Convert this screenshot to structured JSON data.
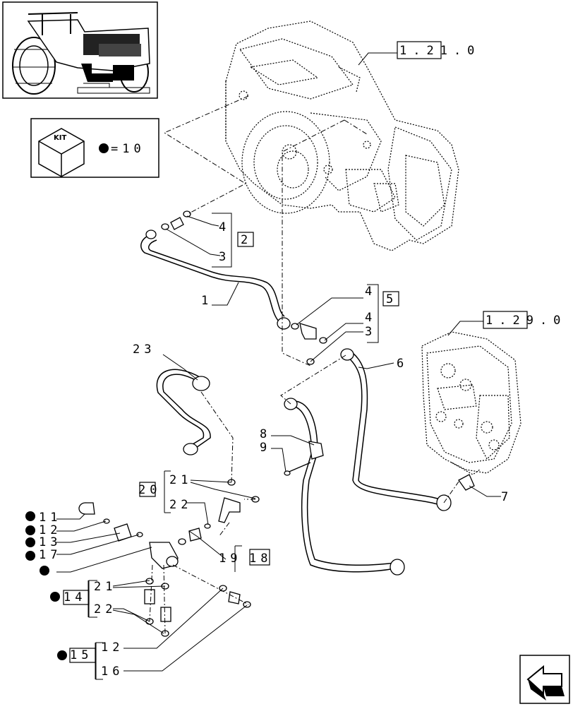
{
  "references": {
    "gearbox": "1.21.0",
    "control_valve": "1.29.0"
  },
  "kit_box": {
    "kit_label": "KIT",
    "kit_value": "=10"
  },
  "callouts": {
    "c1": "1",
    "c2": "2",
    "c3a": "3",
    "c3b": "3",
    "c4a": "4",
    "c4b": "4",
    "c4c": "4",
    "c5": "5",
    "c6": "6",
    "c7": "7",
    "c8": "8",
    "c9": "9",
    "c11": "11",
    "c12a": "12",
    "c12b": "12",
    "c13": "13",
    "c14": "14",
    "c15": "15",
    "c16": "16",
    "c17": "17",
    "c18": "18",
    "c19": "19",
    "c20": "20",
    "c21a": "21",
    "c21b": "21",
    "c22a": "22",
    "c22b": "22",
    "c23": "23"
  }
}
